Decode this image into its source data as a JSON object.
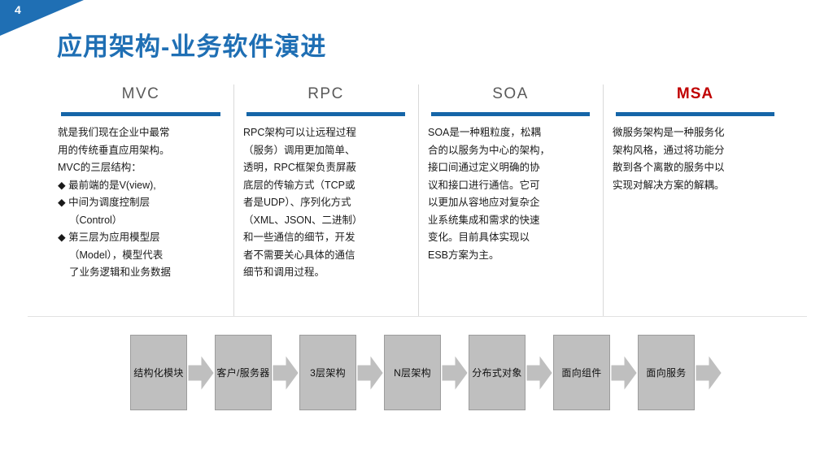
{
  "slide": {
    "page_number": "4",
    "title": "应用架构-业务软件演进",
    "accent_blue": "#1F6FB4",
    "rule_blue": "#1565A8",
    "accent_red": "#C00000",
    "box_gray": "#BFBFBF"
  },
  "columns": [
    {
      "heading": "MVC",
      "heading_color": "#5A5A5A",
      "lines": [
        "就是我们现在企业中最常",
        "用的传统垂直应用架构。",
        "MVC的三层结构：",
        "◆ 最前端的是V(view),",
        "◆ 中间为调度控制层",
        "（Control）",
        "◆ 第三层为应用模型层",
        "（Model），模型代表",
        "了业务逻辑和业务数据"
      ]
    },
    {
      "heading": "RPC",
      "heading_color": "#5A5A5A",
      "lines": [
        "RPC架构可以让远程过程",
        "（服务）调用更加简单、",
        "透明，RPC框架负责屏蔽",
        "底层的传输方式（TCP或",
        "者是UDP）、序列化方式",
        "（XML、JSON、二进制）",
        "和一些通信的细节，开发",
        "者不需要关心具体的通信",
        "细节和调用过程。"
      ]
    },
    {
      "heading": "SOA",
      "heading_color": "#5A5A5A",
      "lines": [
        "SOA是一种粗粒度，松耦",
        "合的以服务为中心的架构，",
        "接口间通过定义明确的协",
        "议和接口进行通信。它可",
        "以更加从容地应对复杂企",
        "业系统集成和需求的快速",
        "变化。目前具体实现以",
        "ESB方案为主。"
      ]
    },
    {
      "heading": "MSA",
      "heading_color": "#C00000",
      "lines": [
        "微服务架构是一种服务化",
        "架构风格，通过将功能分",
        "散到各个离散的服务中以",
        "实现对解决方案的解耦。"
      ]
    }
  ],
  "timeline": {
    "steps": [
      {
        "label": "结构化模块"
      },
      {
        "label": "客户/服务器"
      },
      {
        "label": "3层架构"
      },
      {
        "label": "N层架构"
      },
      {
        "label": "分布式对象"
      },
      {
        "label": "面向组件"
      },
      {
        "label": "面向服务"
      }
    ],
    "arrow_icon": "right-arrow-icon"
  }
}
